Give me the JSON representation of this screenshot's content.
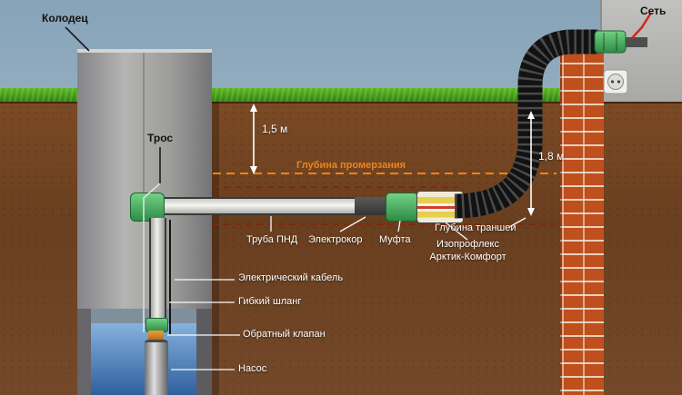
{
  "labels": {
    "well": "Колодец",
    "rope": "Трос",
    "power": "Сеть",
    "freeze_depth": "Глубина промерзания",
    "trench_depth": "Глубина траншеи",
    "depth_15": "1,5 м",
    "depth_18": "1,8 м",
    "pipe_pnd": "Труба ПНД",
    "electrocord": "Электрокор",
    "coupling": "Муфта",
    "izoproflex_line1": "Изопрофлекс",
    "izoproflex_line2": "Арктик-Комфорт",
    "electric_cable": "Электрический кабель",
    "flexible_hose": "Гибкий шланг",
    "check_valve": "Обратный клапан",
    "pump": "Насос"
  },
  "colors": {
    "freeze_line": "#ef8318",
    "trench_outline": "#7c2b10",
    "fitting_green": "#3fa455",
    "brick": "#bf4f1d",
    "water": "#3b66a4",
    "corrugated_pipe": "#121212",
    "power_wire": "#d02818"
  }
}
